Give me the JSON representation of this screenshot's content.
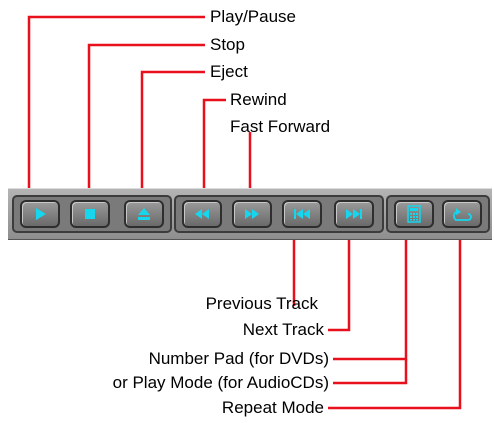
{
  "labels": {
    "play_pause": "Play/Pause",
    "stop": "Stop",
    "eject": "Eject",
    "rewind": "Rewind",
    "fast_forward": "Fast Forward",
    "previous_track": "Previous Track",
    "next_track": "Next Track",
    "number_pad": "Number Pad (for DVDs)",
    "play_mode": "or Play Mode (for AudioCDs)",
    "repeat_mode": "Repeat Mode"
  },
  "colors": {
    "leader_line": "#e8101c",
    "icon": "#16d6ee",
    "toolbar": "#a0a0a0"
  },
  "icons": [
    "play-icon",
    "stop-icon",
    "eject-icon",
    "rewind-icon",
    "fast-forward-icon",
    "previous-track-icon",
    "next-track-icon",
    "number-pad-icon",
    "repeat-icon"
  ]
}
